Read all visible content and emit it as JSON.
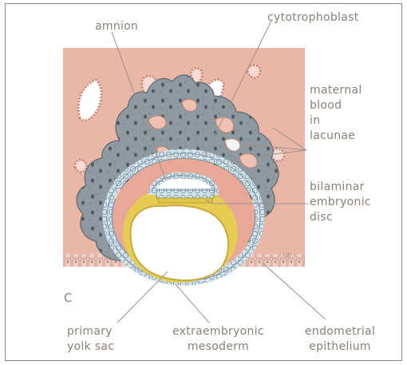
{
  "figure": {
    "panel_letter": "C",
    "artist_initials": "kllt",
    "labels": {
      "amnion": "amnion",
      "cytotrophoblast": "cytotrophoblast",
      "maternal_blood": "maternal\nblood\nin\nlacunae",
      "bilaminar_disc": "bilaminar\nembryonic\ndisc",
      "primary_yolk_sac": "primary\nyolk sac",
      "extraembryonic_mesoderm": "extraembryonic\nmesoderm",
      "endometrial_epithelium": "endometrial\nepithelium"
    }
  },
  "colors": {
    "endometrium": "#eab7a6",
    "trophoblast": "#8e9aa0",
    "mesoderm": "#e7a897",
    "cell_layer": "#cfe1ea",
    "yolk_lining": "#e0c34a",
    "cavity": "#ffffff",
    "label_text": "#8a8178",
    "leader_line": "#9a918a"
  }
}
